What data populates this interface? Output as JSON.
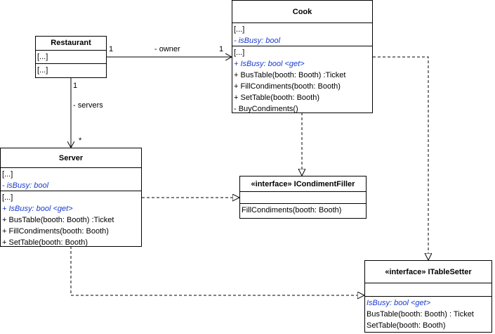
{
  "classes": {
    "restaurant": {
      "name": "Restaurant",
      "fields": [
        "[...]"
      ],
      "methods": [
        "[...]"
      ]
    },
    "cook": {
      "name": "Cook",
      "fields": [
        "[...]",
        "-  isBusy: bool"
      ],
      "methods": [
        "[...]",
        "+ IsBusy: bool <get>",
        "+ BusTable(booth: Booth) :Ticket",
        "+ FillCondiments(booth: Booth)",
        "+ SetTable(booth: Booth)",
        "-  BuyCondiments()"
      ]
    },
    "server": {
      "name": "Server",
      "fields": [
        "[...]",
        "-  isBusy: bool"
      ],
      "methods": [
        "[...]",
        "+ IsBusy: bool <get>",
        "+ BusTable(booth: Booth) :Ticket",
        "+ FillCondiments(booth: Booth)",
        "+ SetTable(booth: Booth)"
      ]
    },
    "icondiment": {
      "name": "«interface» ICondimentFiller",
      "fields": [],
      "methods": [
        "FillCondiments(booth: Booth)"
      ]
    },
    "itable": {
      "name": "«interface» ITableSetter",
      "fields": [],
      "methods": [
        "IsBusy: bool <get>",
        "BusTable(booth: Booth) : Ticket",
        "SetTable(booth: Booth)"
      ]
    }
  },
  "associations": {
    "owner": {
      "label": "- owner",
      "source_mult": "1",
      "target_mult": "1"
    },
    "servers": {
      "label": "- servers",
      "source_mult": "1",
      "target_mult": "*"
    }
  },
  "colors": {
    "property_text": "#1a3ad0",
    "line": "#000000"
  }
}
